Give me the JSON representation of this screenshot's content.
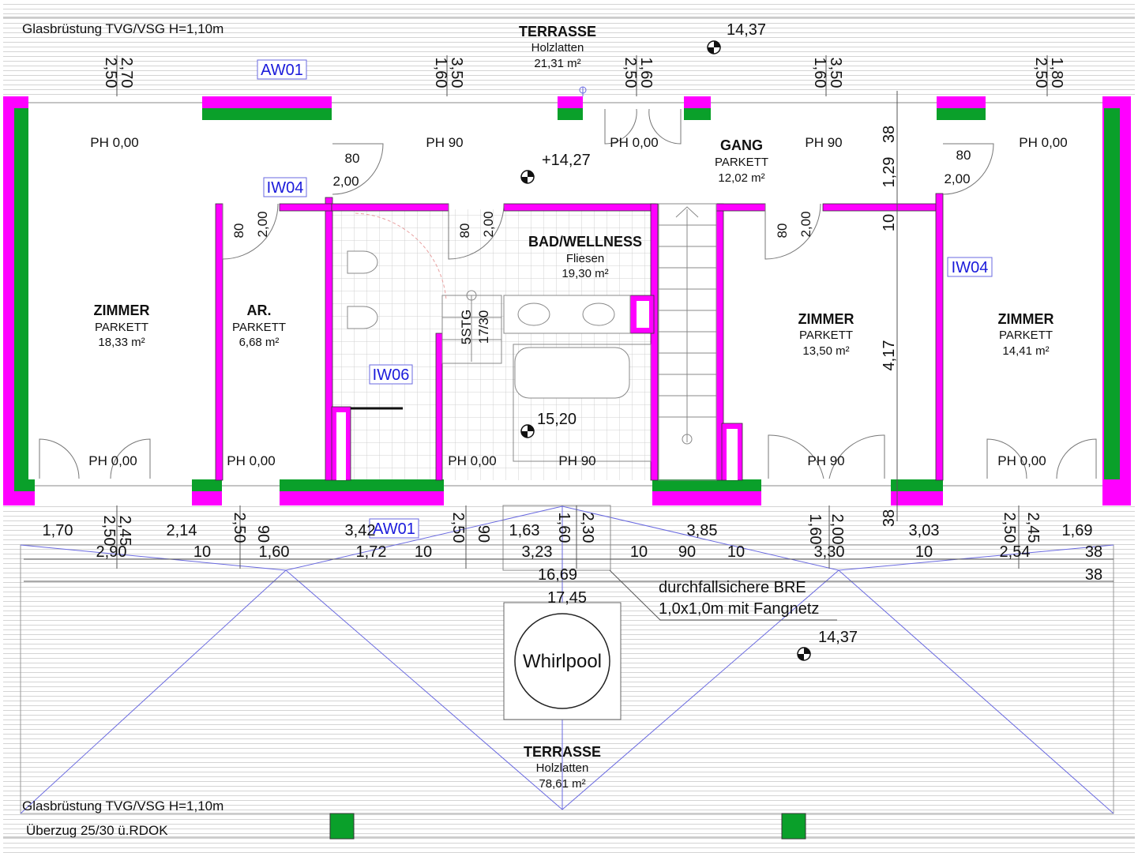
{
  "colors": {
    "wall_outer": "#ff00ff",
    "wall_structure": "#0aa02a",
    "tag": "#1a1adb",
    "grid": "#6a6ae0"
  },
  "notes": {
    "railing_top": "Glasbrüstung TVG/VSG H=1,10m",
    "railing_bottom": "Glasbrüstung TVG/VSG H=1,10m",
    "beam": "Überzug 25/30 ü.RDOK",
    "fall_protection_1": "durchfallsichere BRE",
    "fall_protection_2": "1,0x1,0m mit Fangnetz",
    "whirlpool": "Whirlpool",
    "stairs_1": "5STG",
    "stairs_2": "17/30"
  },
  "rooms": {
    "terrace_top": {
      "name": "TERRASSE",
      "finish": "Holzlatten",
      "area": "21,31 m²"
    },
    "gang": {
      "name": "GANG",
      "finish": "PARKETT",
      "area": "12,02 m²"
    },
    "bad": {
      "name": "BAD/WELLNESS",
      "finish": "Fliesen",
      "area": "19,30 m²"
    },
    "zimmer_1": {
      "name": "ZIMMER",
      "finish": "PARKETT",
      "area": "18,33 m²"
    },
    "ar": {
      "name": "AR.",
      "finish": "PARKETT",
      "area": "6,68 m²"
    },
    "zimmer_2": {
      "name": "ZIMMER",
      "finish": "PARKETT",
      "area": "13,50 m²"
    },
    "zimmer_3": {
      "name": "ZIMMER",
      "finish": "PARKETT",
      "area": "14,41 m²"
    },
    "terrace_bottom": {
      "name": "TERRASSE",
      "finish": "Holzlatten",
      "area": "78,61 m²"
    }
  },
  "levels": {
    "top": "14,37",
    "mid": "+14,27",
    "bath": "15,20",
    "terrace": "14,37"
  },
  "tags": {
    "aw01_top": "AW01",
    "aw01_bottom": "AW01",
    "iw04_left": "IW04",
    "iw04_right": "IW04",
    "iw06": "IW06"
  },
  "sill_heights": {
    "top": [
      "PH 0,00",
      "PH 90",
      "PH 0,00",
      "PH 90",
      "PH 0,00"
    ],
    "bottom": [
      "PH 0,00",
      "PH 0,00",
      "PH 0,00",
      "PH 90",
      "PH 90",
      "PH 0,00"
    ]
  },
  "dims_top": [
    "2,50",
    "2,70",
    "1,60",
    "3,50",
    "2,50",
    "1,60",
    "1,60",
    "3,50",
    "2,50",
    "1,80"
  ],
  "door_dims": {
    "d1_w": "80",
    "d1_h": "2,00",
    "d2_w": "80",
    "d2_h": "2,00",
    "d3_w": "80",
    "d3_h": "2,00",
    "d4_w": "80",
    "d4_h": "2,00",
    "d5_w": "80",
    "d5_h": "2,00"
  },
  "dims_right": [
    "38",
    "1,29",
    "10",
    "4,17"
  ],
  "dims_bottom_row1": [
    "1,70",
    "2,50",
    "2,45",
    "2,14",
    "2,50",
    "90",
    "3,42",
    "2,50",
    "90",
    "1,63",
    "1,60",
    "2,30",
    "3,85",
    "1,60",
    "2,00",
    "38",
    "3,03",
    "2,50",
    "2,45",
    "1,69"
  ],
  "dims_bottom_row2": [
    "2,90",
    "10",
    "1,60",
    "1,72",
    "10",
    "3,23",
    "10",
    "90",
    "10",
    "3,30",
    "10",
    "2,54",
    "38"
  ],
  "dims_bottom_row3": [
    "16,69",
    "38"
  ],
  "dims_bottom_row4": [
    "17,45"
  ]
}
